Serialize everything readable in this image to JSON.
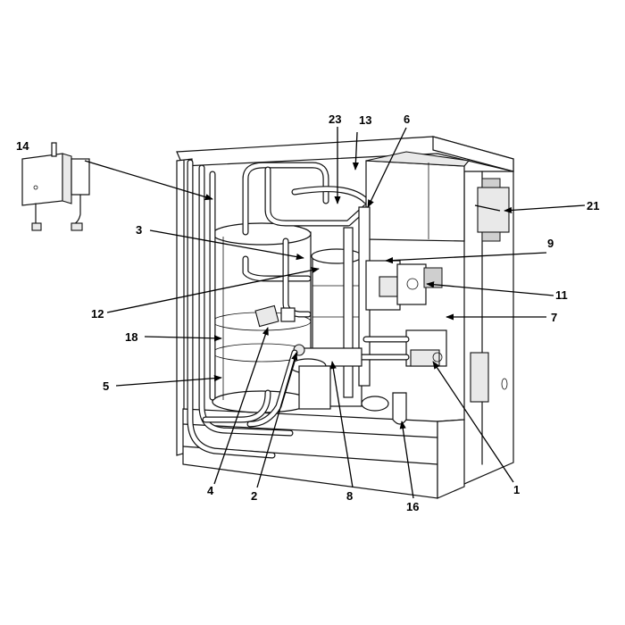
{
  "callouts": {
    "c1": "1",
    "c2": "2",
    "c3": "3",
    "c4": "4",
    "c5": "5",
    "c6": "6",
    "c7": "7",
    "c8": "8",
    "c9": "9",
    "c11": "11",
    "c12": "12",
    "c13": "13",
    "c14": "14",
    "c16": "16",
    "c18": "18",
    "c21": "21",
    "c23": "23"
  }
}
